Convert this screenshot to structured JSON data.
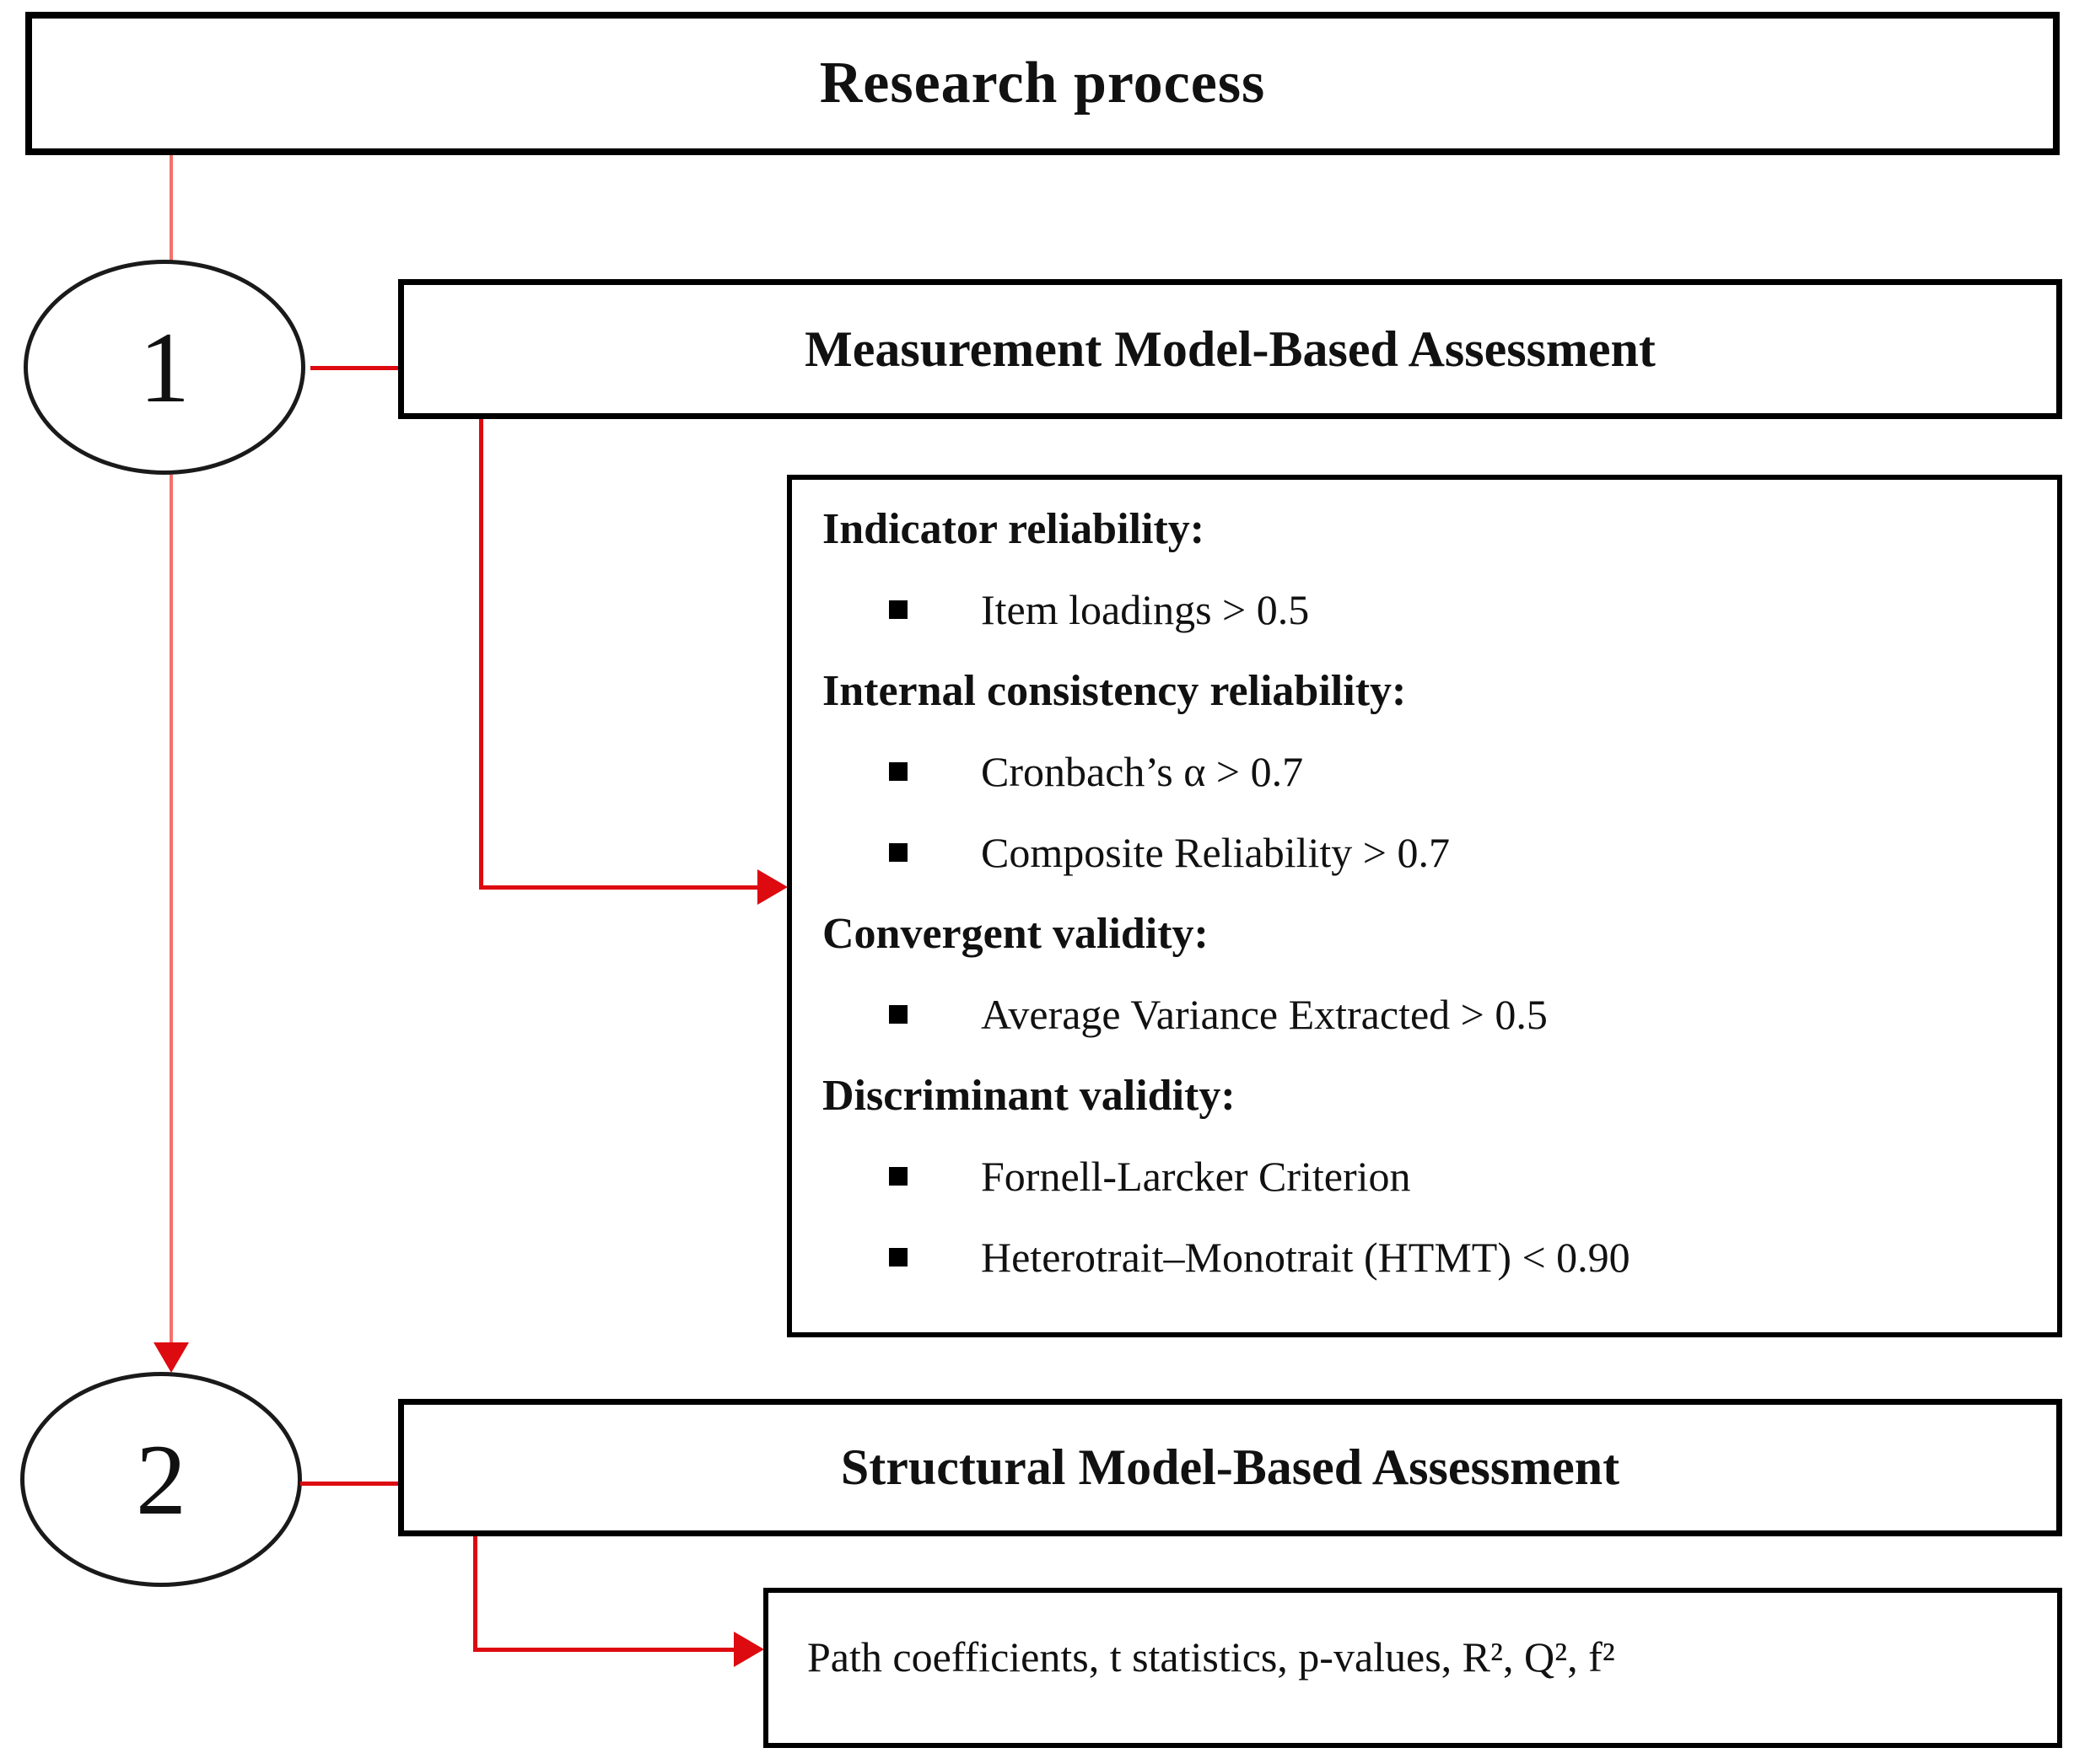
{
  "figure": {
    "title": "Research process"
  },
  "steps": [
    {
      "number": "1",
      "label": "Measurement Model-Based Assessment",
      "criteria": {
        "sections": [
          {
            "heading": "Indicator reliability:",
            "items": [
              "Item loadings > 0.5"
            ]
          },
          {
            "heading": "Internal consistency reliability:",
            "items": [
              "Cronbach’s α > 0.7",
              "Composite Reliability > 0.7"
            ]
          },
          {
            "heading": "Convergent validity:",
            "items": [
              "Average Variance Extracted > 0.5"
            ]
          },
          {
            "heading": "Discriminant validity:",
            "items": [
              "Fornell-Larcker Criterion",
              "Heterotrait–Monotrait (HTMT) < 0.90"
            ]
          }
        ]
      }
    },
    {
      "number": "2",
      "label": "Structural Model-Based Assessment",
      "output": "Path coefficients, t statistics, p-values, R², Q², f²"
    }
  ],
  "icons": {
    "bullet_square": "▪",
    "arrowhead_right": "▶",
    "arrowhead_down": "▼"
  },
  "colors": {
    "connector_red": "#dd0a10",
    "connector_light_red": "#f4716c",
    "box_border": "#000000",
    "background": "#ffffff"
  }
}
